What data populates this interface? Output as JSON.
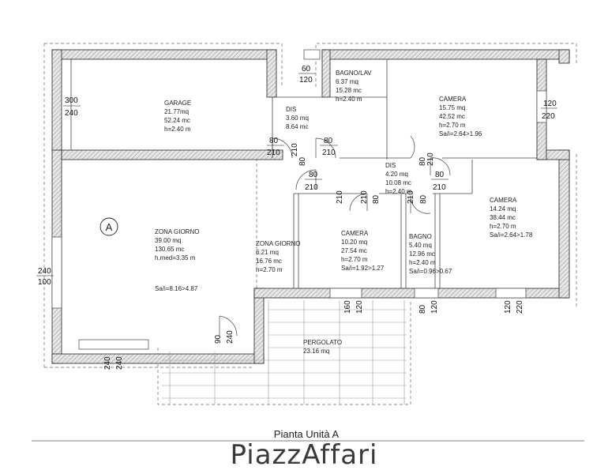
{
  "rooms": [
    {
      "name": "GARAGE",
      "area": "21.77mq",
      "volume": "52.24 mc",
      "height": "h=2.40 m"
    },
    {
      "name": "BAGNO/LAV",
      "area": "6.37 mq",
      "volume": "15.28 mc",
      "height": "h=2.40 m"
    },
    {
      "name": "DIS",
      "area": "3.60 mq",
      "volume": "8.64 mc"
    },
    {
      "name": "CAMERA",
      "area": "15.75 mq",
      "volume": "42.52 mc",
      "height": "h=2.70 m",
      "ratio": "Sa/i=2.64>1.96"
    },
    {
      "name": "DIS",
      "area": "4.20 mq",
      "volume": "10.08 mc",
      "height": "h=2.40 m"
    },
    {
      "name": "CAMERA",
      "area": "14.24 mq",
      "volume": "38.44 mc",
      "height": "h=2.70 m",
      "ratio": "Sa/i=2.64>1.78"
    },
    {
      "name": "ZONA GIORNO",
      "area": "39.00 mq",
      "volume": "130.65 mc",
      "height": "h.med=3.35 m",
      "ratio": "Sa/i=8.16>4.87"
    },
    {
      "name": "ZONA GIORNO",
      "area": "6.21 mq",
      "volume": "16.76 mc",
      "height": "h=2.70 m"
    },
    {
      "name": "CAMERA",
      "area": "10.20 mq",
      "volume": "27.54 mc",
      "height": "h=2.70 m",
      "ratio": "Sa/i=1.92>1.27"
    },
    {
      "name": "BAGNO",
      "area": "5.40 mq",
      "volume": "12.96 mc",
      "height": "h=2.40 m",
      "ratio": "Sa/i=0.96>0.67"
    },
    {
      "name": "PERGOLATO",
      "area": "23.16 mq"
    }
  ],
  "dimensions": [
    "60",
    "120",
    "300",
    "240",
    "120",
    "220",
    "80",
    "210",
    "80",
    "210",
    "210",
    "80",
    "210",
    "80",
    "210",
    "80",
    "210",
    "80",
    "210",
    "80",
    "210",
    "80",
    "210",
    "240",
    "100",
    "160",
    "120",
    "80",
    "120",
    "120",
    "220",
    "90",
    "240",
    "240",
    "240"
  ],
  "unit_marker": "A",
  "subtitle": "Pianta Unità A",
  "brand": "PiazzAffari"
}
